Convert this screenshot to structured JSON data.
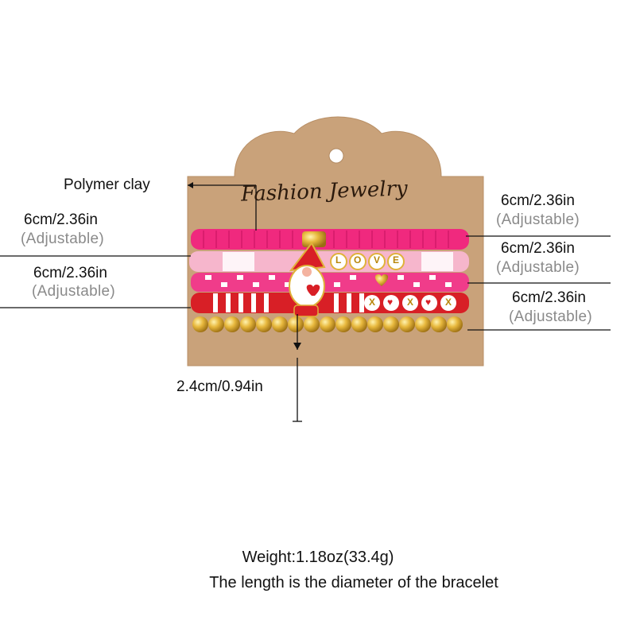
{
  "card": {
    "brand": "Fashion Jewelry"
  },
  "labels": {
    "polymer": "Polymer clay",
    "left_top": {
      "size": "6cm/2.36in",
      "note": "(Adjustable)"
    },
    "left_bottom": {
      "size": "6cm/2.36in",
      "note": "(Adjustable)"
    },
    "right_1": {
      "size": "6cm/2.36in",
      "note": "(Adjustable)"
    },
    "right_2": {
      "size": "6cm/2.36in",
      "note": "(Adjustable)"
    },
    "right_3": {
      "size": "6cm/2.36in",
      "note": "(Adjustable)"
    },
    "height": "2.4cm/0.94in"
  },
  "beads": {
    "love": [
      "L",
      "O",
      "V",
      "E"
    ],
    "xox": [
      "X",
      "♥",
      "X",
      "♥",
      "X"
    ]
  },
  "footer": {
    "weight": "Weight:1.18oz(33.4g)",
    "note": "The length is the diameter of the bracelet"
  },
  "colors": {
    "card": "#c9a27a",
    "hotpink": "#f0297e",
    "lightpink": "#f6b6cc",
    "red": "#d81f26",
    "gold": "#e0b13a"
  }
}
